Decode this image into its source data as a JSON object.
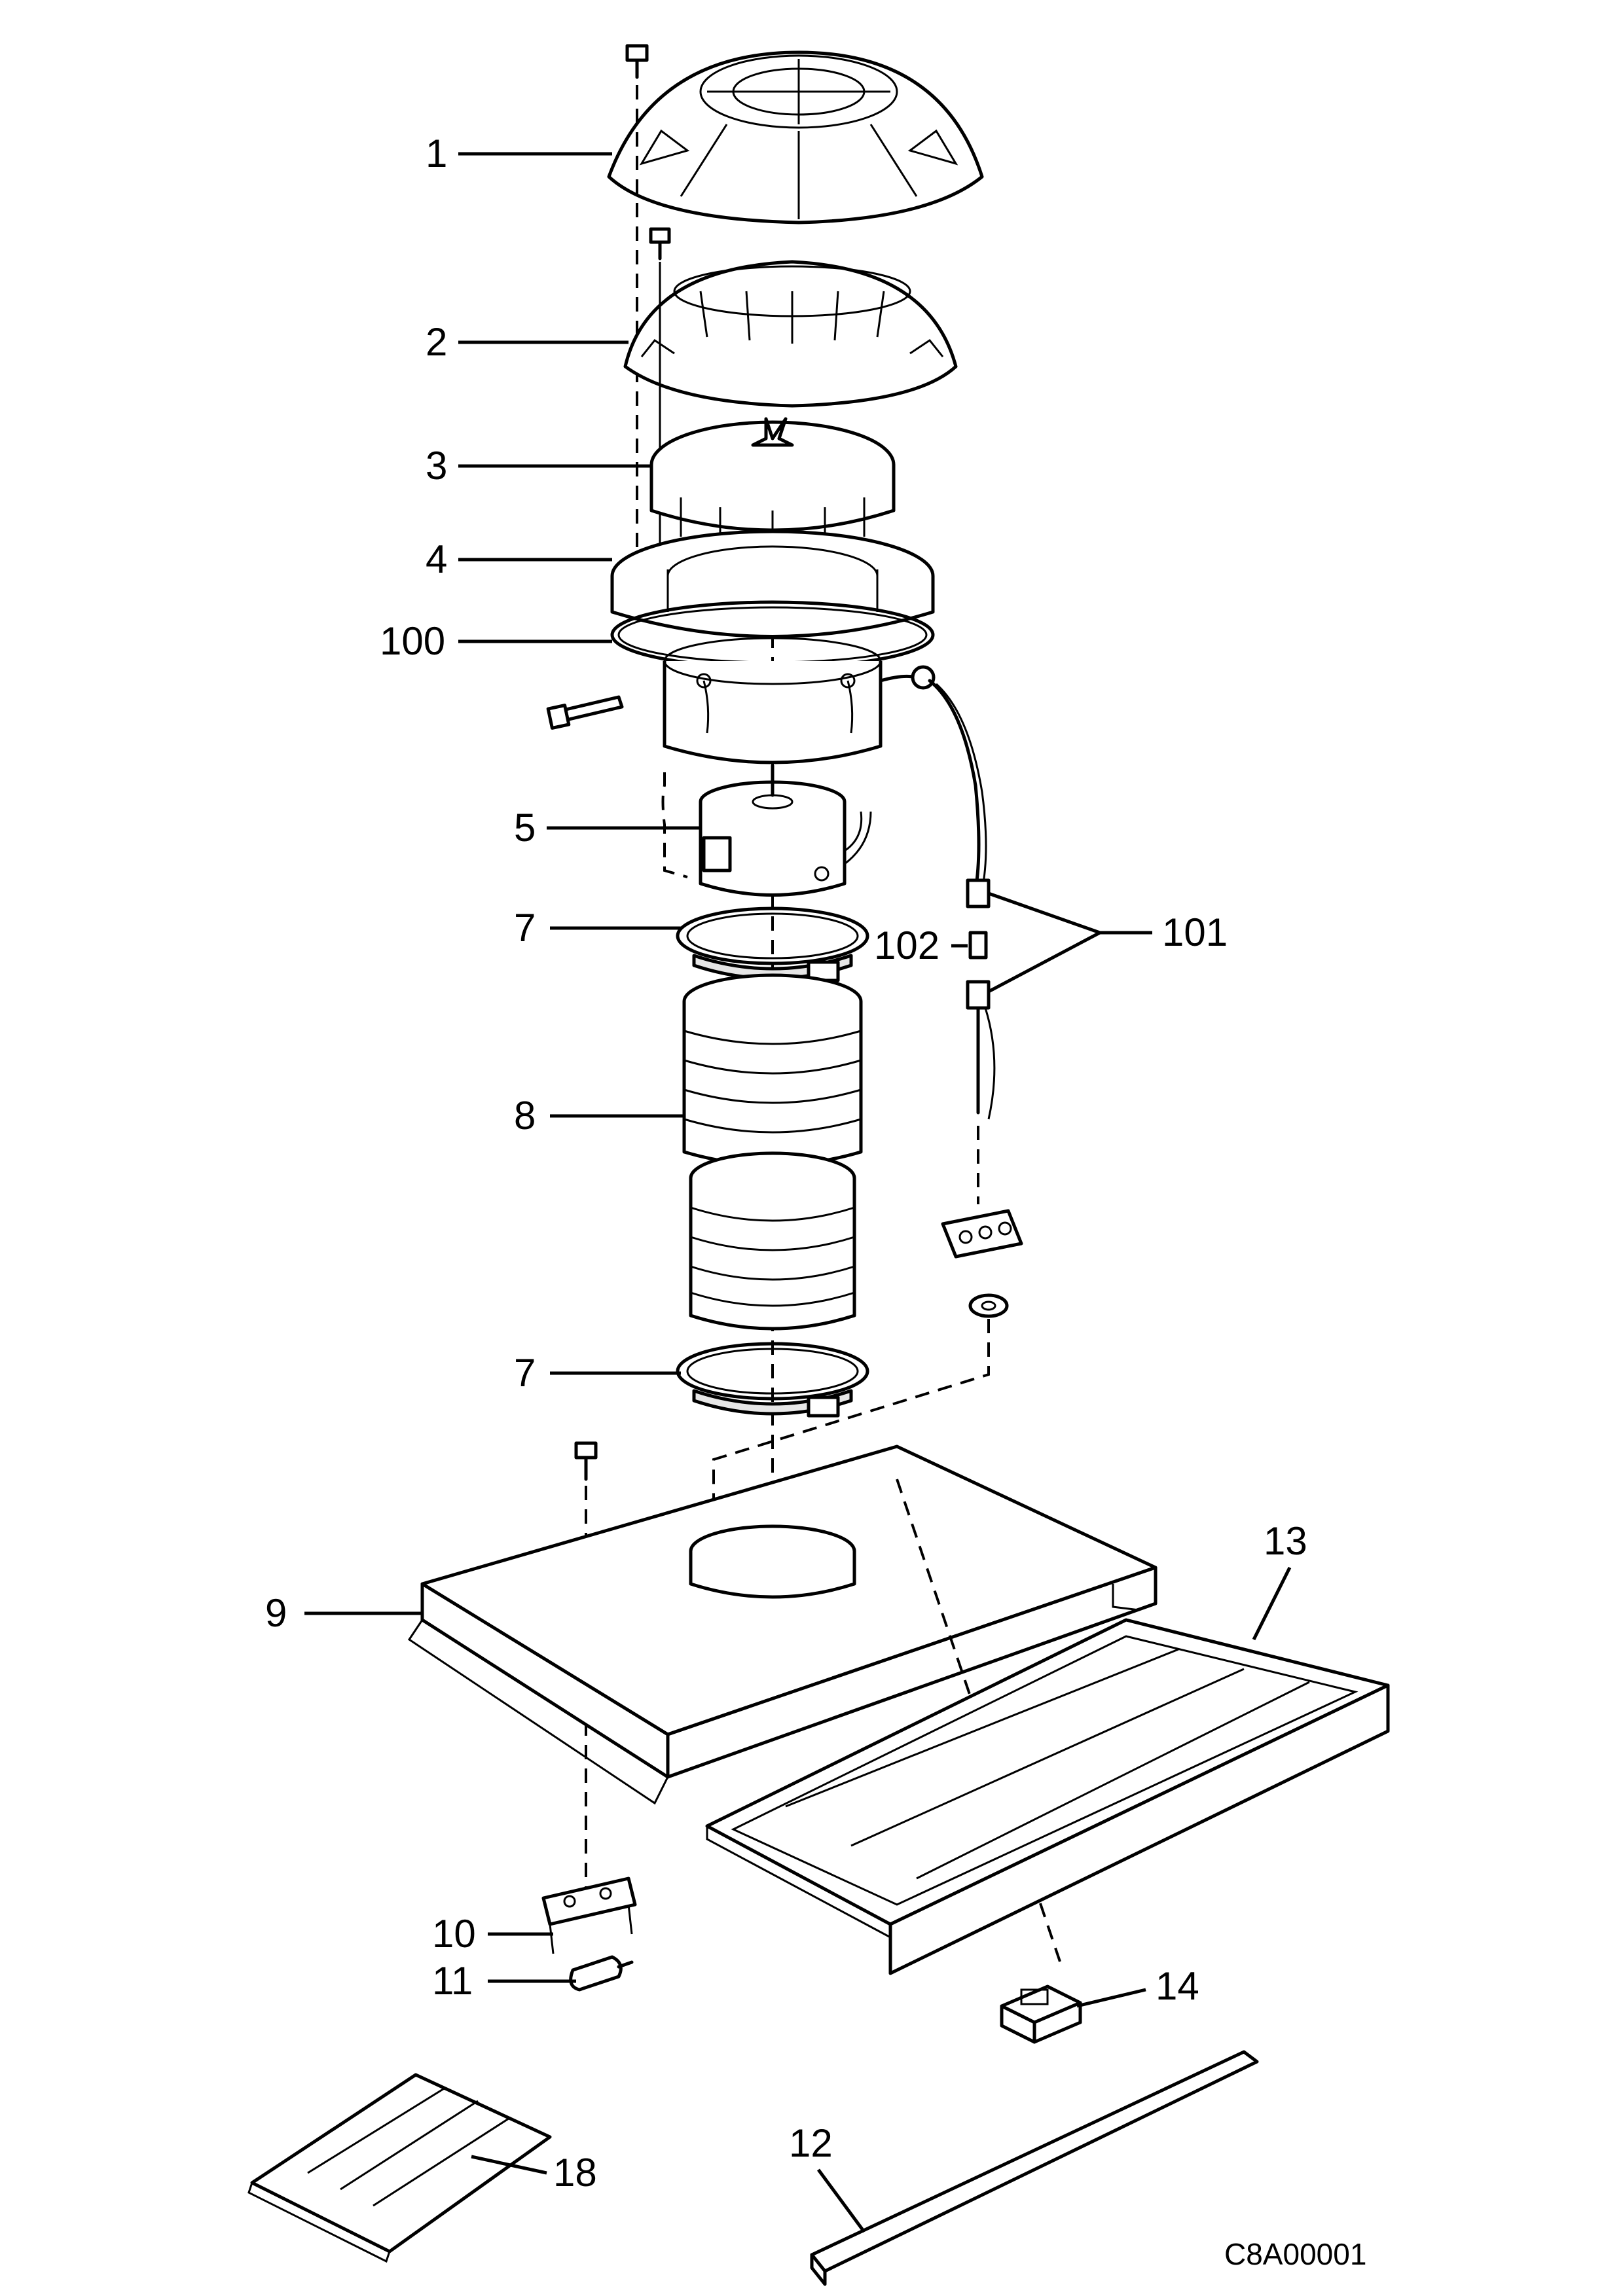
{
  "labels": {
    "l1": "1",
    "l2": "2",
    "l3": "3",
    "l4": "4",
    "l100": "100",
    "l5": "5",
    "l7a": "7",
    "l102": "102",
    "l101": "101",
    "l8": "8",
    "l7b": "7",
    "l9": "9",
    "l13": "13",
    "l10": "10",
    "l11": "11",
    "l14": "14",
    "l12": "12",
    "l18": "18"
  },
  "drawing_ref": "C8A00001"
}
